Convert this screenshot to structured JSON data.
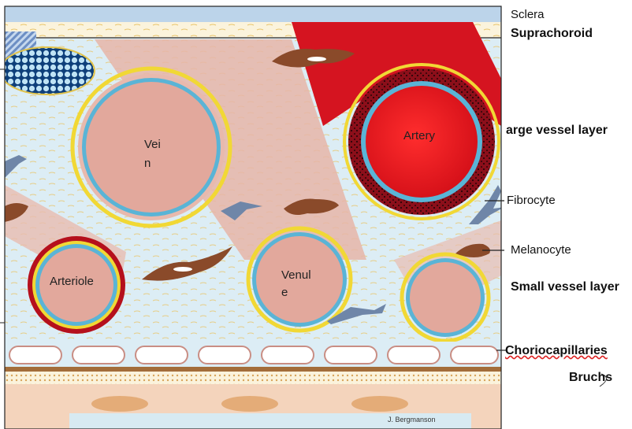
{
  "labels": {
    "sclera": "Sclera",
    "suprachoroid": "Suprachoroid",
    "large_vessel_layer": "arge vessel layer",
    "fibrocyte": "Fibrocyte",
    "melanocyte": "Melanocyte",
    "small_vessel_layer": "Small vessel layer",
    "choriocapillaries": "Choriocapillaries",
    "bruchs": "Bruchs"
  },
  "vessels": {
    "vein_line1": "Vei",
    "vein_line2": "n",
    "artery": "Artery",
    "arteriole": "Arteriole",
    "venule_line1": "Venul",
    "venule_line2": "e"
  },
  "credit": "J. Bergmanson",
  "colors": {
    "sclera": "#bcd4ea",
    "stroma": "#dcedf5",
    "vessel_wall": "#e8b9ad",
    "lumen": "#e2a89c",
    "endothelium": "#5ab4d6",
    "adventitia": "#f1d835",
    "artery": "#e3141c",
    "melanocyte": "#8a4a2a",
    "fibrocyte": "#6f86a8",
    "rpe": "#f4d4bc"
  }
}
